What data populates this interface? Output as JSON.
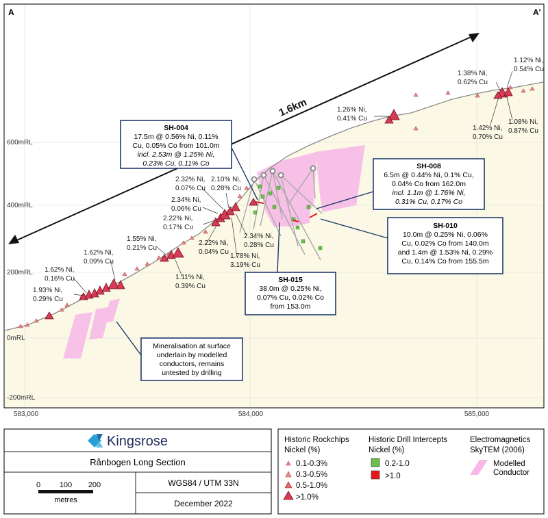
{
  "section": {
    "start_label": "A",
    "end_label": "A'",
    "distance_label": "1.6km"
  },
  "axes": {
    "y_ticks": [
      "600mRL",
      "400mRL",
      "200mRL",
      "0mRL",
      "-200mRL"
    ],
    "x_ticks": [
      "583,000",
      "584,000",
      "585,000"
    ]
  },
  "assays": [
    {
      "lines": [
        "1.26% Ni,",
        "0.41% Cu"
      ]
    },
    {
      "lines": [
        "1.38% Ni,",
        "0.62% Cu"
      ]
    },
    {
      "lines": [
        "1.12% Ni,",
        "0.54% Cu"
      ]
    },
    {
      "lines": [
        "1.42% Ni,",
        "0.70% Cu"
      ]
    },
    {
      "lines": [
        "1.08% Ni,",
        "0.87% Cu"
      ]
    },
    {
      "lines": [
        "2.32% Ni,",
        "0.07% Cu"
      ]
    },
    {
      "lines": [
        "2.10% Ni,",
        "0.28% Cu"
      ]
    },
    {
      "lines": [
        "2.34% Ni,",
        "0.06% Cu"
      ]
    },
    {
      "lines": [
        "2.22% Ni,",
        "0.17% Cu"
      ]
    },
    {
      "lines": [
        "1.55% Ni,",
        "0.21% Cu"
      ]
    },
    {
      "lines": [
        "2.22% Ni,",
        "0.04% Cu"
      ]
    },
    {
      "lines": [
        "1.78% Ni,",
        "3.19% Cu"
      ]
    },
    {
      "lines": [
        "2.34% Ni,",
        "0.28% Cu"
      ]
    },
    {
      "lines": [
        "1.62% Ni,",
        "0.09% Cu"
      ]
    },
    {
      "lines": [
        "1.62% Ni,",
        "0.16% Cu"
      ]
    },
    {
      "lines": [
        "1.93% Ni,",
        "0.29% Cu"
      ]
    },
    {
      "lines": [
        "1.11% Ni,",
        "0.39% Cu"
      ]
    }
  ],
  "callouts": {
    "sh004": {
      "title": "SH-004",
      "lines": [
        "17.5m @ 0.56% Ni, 0.11%",
        "Cu, 0.05% Co from 101.0m"
      ],
      "italic": [
        "incl. 2.53m @ 1.25% Ni,",
        "0.23% Cu, 0.11% Co"
      ]
    },
    "sh008": {
      "title": "SH-008",
      "lines": [
        "6.5m @ 0.44% Ni, 0.1% Cu,",
        "0.04% Co from 162.0m"
      ],
      "italic": [
        "incl. 1.1m @ 1.76% Ni,",
        "0.31% Cu, 0.17% Co"
      ]
    },
    "sh010": {
      "title": "SH-010",
      "lines": [
        "10.0m @ 0.25% Ni, 0.06%",
        "Cu, 0.02% Co from 140.0m",
        "and 1.4m @ 1.53% Ni, 0.29%",
        "Cu, 0.14% Co from 155.5m"
      ],
      "italic": []
    },
    "sh015": {
      "title": "SH-015",
      "lines": [
        "38.0m @ 0.25% Ni,",
        "0.07% Cu, 0.02% Co",
        "from 153.0m"
      ],
      "italic": []
    },
    "mineral": {
      "title": "",
      "lines": [
        "Mineralisation at surface",
        "underlain by modelled",
        "conductors, remains",
        "untested by drilling"
      ],
      "italic": []
    }
  },
  "title_block": {
    "brand": "Kingsrose",
    "title": "Rånbogen Long Section",
    "projection": "WGS84 / UTM 33N",
    "date": "December 2022",
    "scale_ticks": [
      "0",
      "100",
      "200"
    ],
    "scale_unit": "metres"
  },
  "legend": {
    "rockchips": {
      "heading": [
        "Historic Rockchips",
        "Nickel (%)"
      ],
      "items": [
        "0.1-0.3%",
        "0.3-0.5%",
        "0.5-1.0%",
        ">1.0%"
      ]
    },
    "drill": {
      "heading": [
        "Historic Drill Intercepts",
        "Nickel (%)"
      ],
      "items": [
        {
          "label": "0.2-1.0",
          "color": "#6abf4b"
        },
        {
          "label": ">1.0",
          "color": "#e8161b"
        }
      ]
    },
    "em": {
      "heading": [
        "Electromagnetics",
        "SkyTEM (2006)"
      ],
      "item": [
        "Modelled",
        "Conductor"
      ]
    }
  },
  "colors": {
    "ground": "#fbf8e6",
    "conductor": "#f7b8e8",
    "rockchip": "#e0455d",
    "rockchip_small": "#f08f8f",
    "callout_border": "#1f3a6b",
    "brand": "#2a9fd6"
  }
}
